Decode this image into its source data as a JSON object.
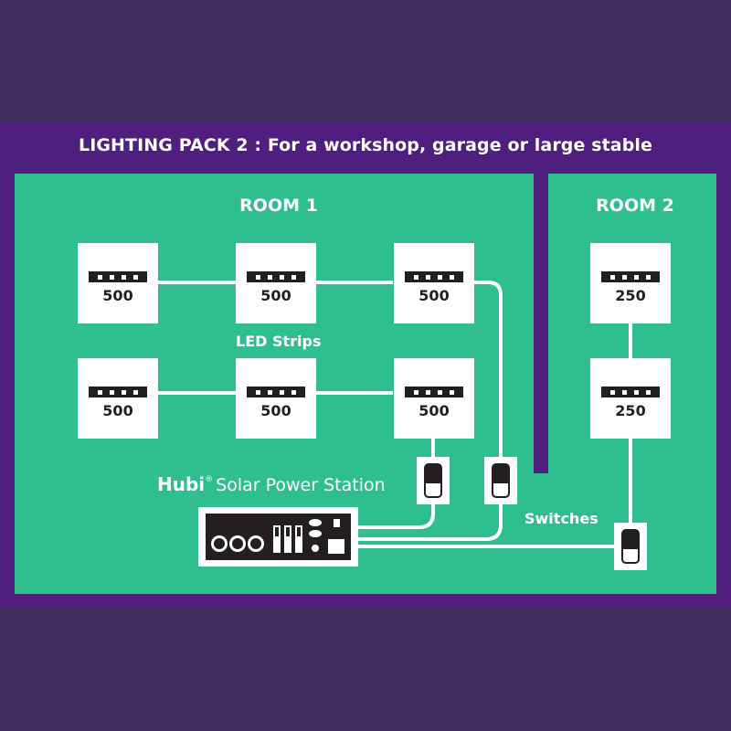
{
  "title": "LIGHTING PACK 2 : For a workshop, garage or large stable",
  "rooms": [
    {
      "label": "ROOM 1"
    },
    {
      "label": "ROOM 2"
    }
  ],
  "room1": {
    "row1": [
      "500",
      "500",
      "500"
    ],
    "row2": [
      "500",
      "500",
      "500"
    ],
    "caption": "LED Strips"
  },
  "room2": {
    "lights": [
      "250",
      "250"
    ]
  },
  "station": {
    "brand": "Hubi",
    "reg_mark": "®",
    "name": "Solar Power Station"
  },
  "switches_label": "Switches",
  "colors": {
    "background": "#3f2d5c",
    "band": "#4e1f7e",
    "room": "#2ebf8d",
    "fixture": "#ffffff",
    "dark": "#231f20"
  },
  "icons": [
    "led-strip-icon",
    "light-switch-icon",
    "power-station-icon"
  ]
}
